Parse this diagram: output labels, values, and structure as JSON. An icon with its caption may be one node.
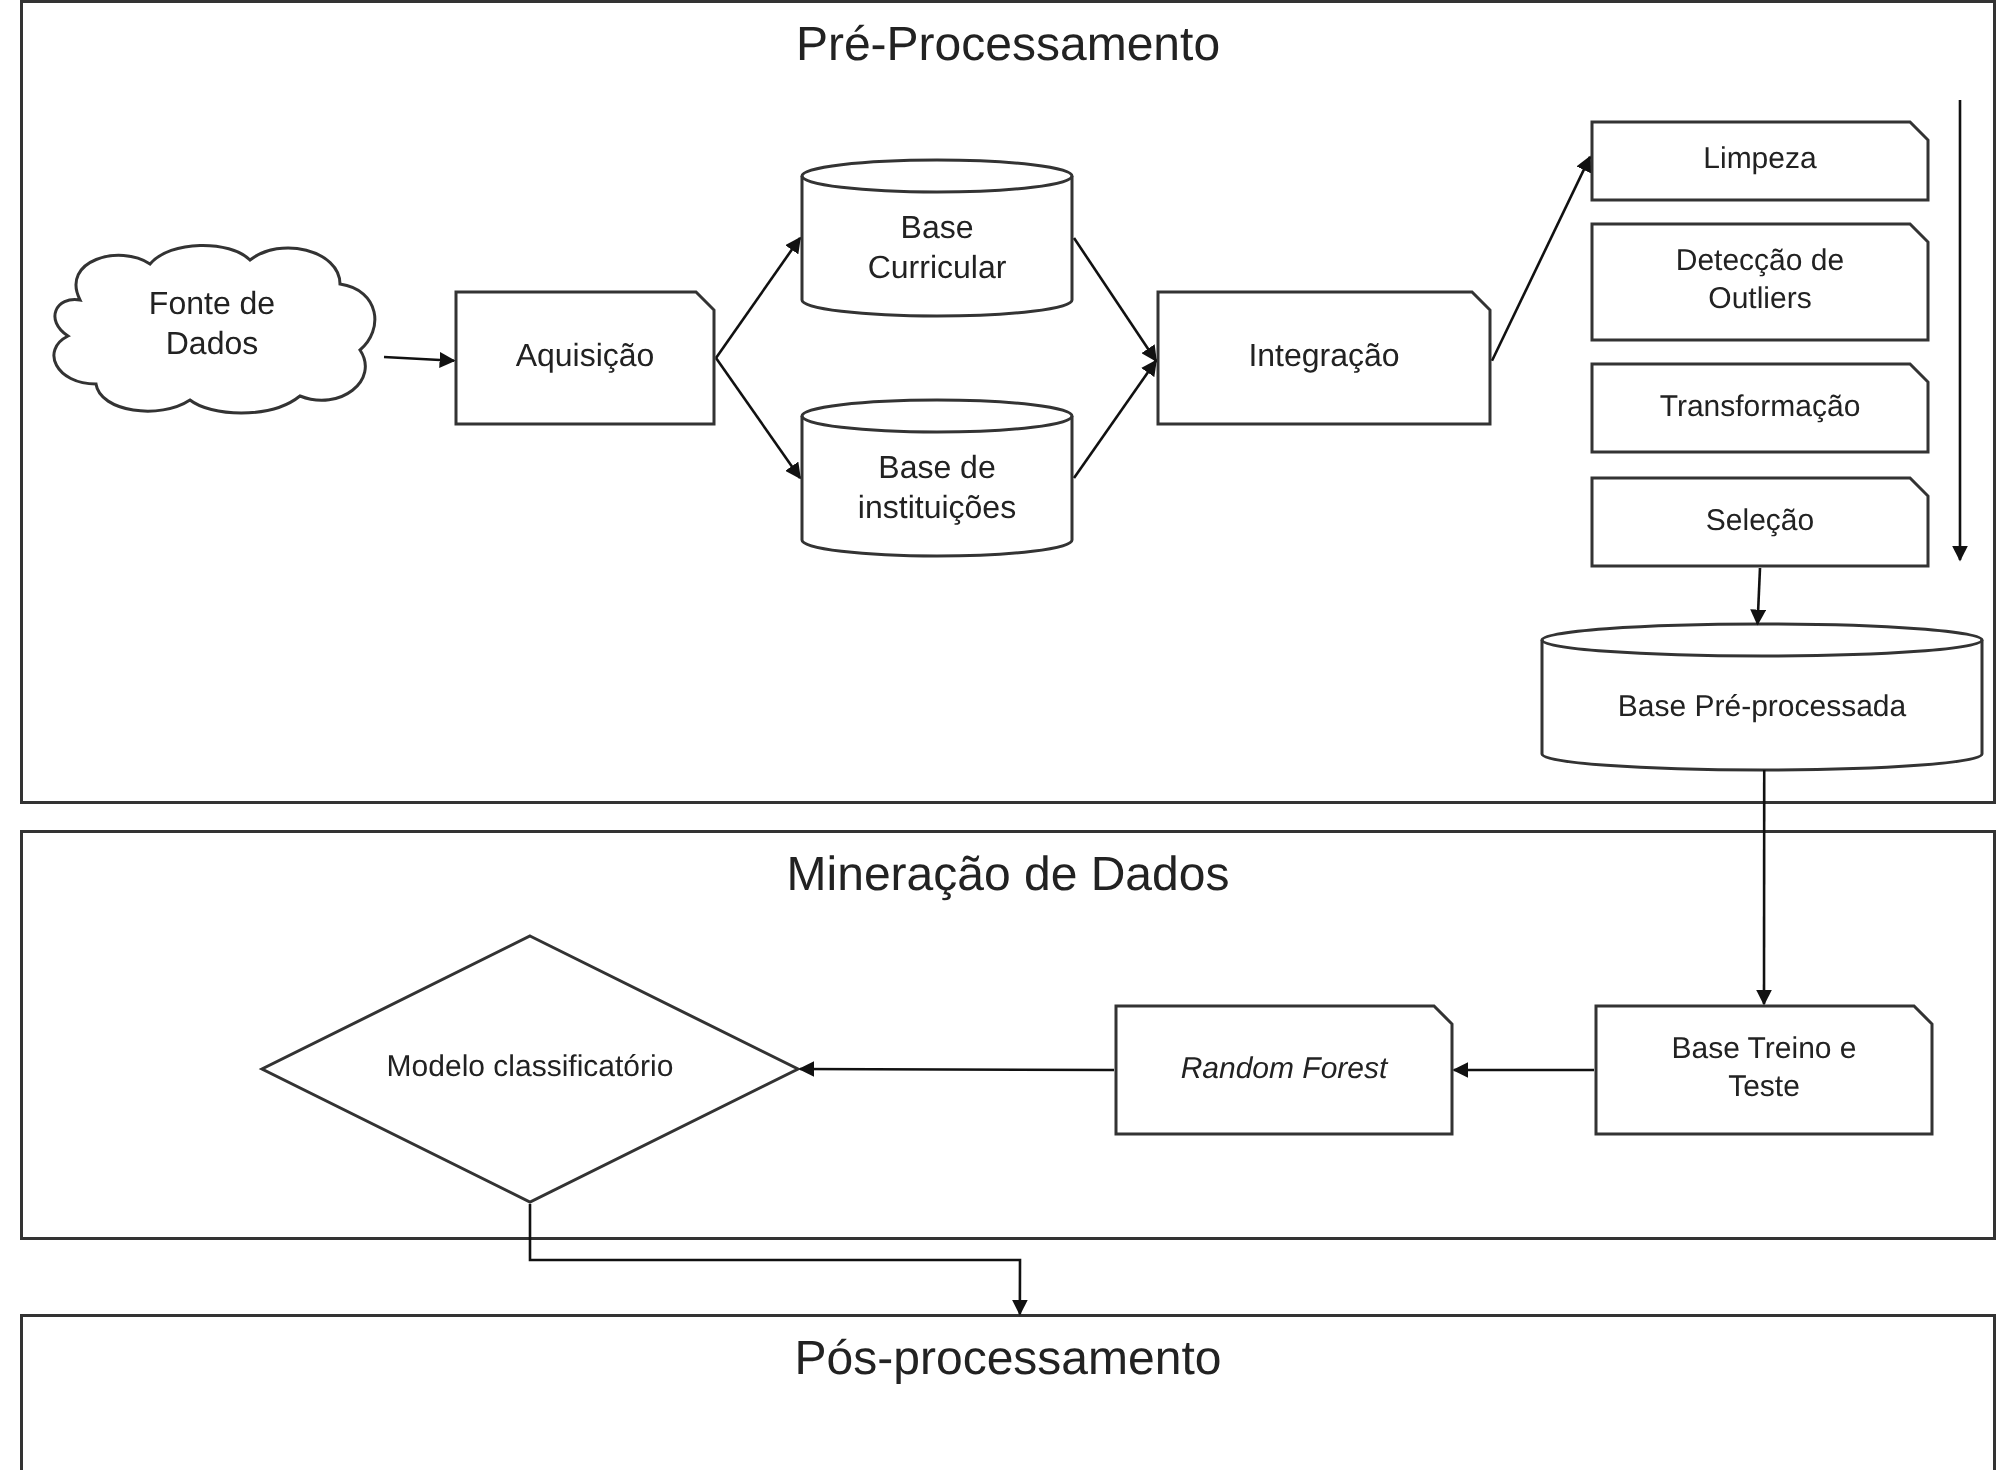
{
  "diagram": {
    "nodes": [
      {
        "text": [
          "Pré-Processamento"
        ]
      },
      {
        "text": [
          "Fonte de Dados"
        ],
        "in": 0
      },
      {
        "text": [
          "Aquisição"
        ],
        "in": 0
      },
      {
        "text": [
          "Base Curricular"
        ],
        "in": 0
      },
      {
        "text": [
          "Base de instituições"
        ],
        "in": 0
      },
      {
        "text": [
          "Integração"
        ],
        "in": 0
      },
      {
        "text": [
          "Limpeza"
        ],
        "in": 0
      },
      {
        "text": [
          "Detecção de Outliers"
        ],
        "in": 0
      },
      {
        "text": [
          "Transformação"
        ],
        "in": 0
      },
      {
        "text": [
          "Seleção"
        ],
        "in": 0
      },
      {
        "text": [
          "Base Pré-processada"
        ],
        "in": 0
      },
      {
        "text": [
          "Mineração de Dados"
        ]
      },
      {
        "text": [
          "Base Treino e Teste"
        ],
        "in": 11
      },
      {
        "text": [
          "Random Forest"
        ],
        "in": 11
      },
      {
        "text": [
          "Modelo classificatório"
        ],
        "in": 11
      },
      {
        "text": [
          "Pós-processamento"
        ]
      }
    ],
    "edges": [
      {
        "from": 1,
        "to": 2,
        "arrow": "to"
      },
      {
        "from": 2,
        "to": 3,
        "arrow": "to"
      },
      {
        "from": 2,
        "to": 4,
        "arrow": "to"
      },
      {
        "from": 3,
        "to": 5,
        "arrow": "to"
      },
      {
        "from": 4,
        "to": 5,
        "arrow": "to"
      },
      {
        "from": 5,
        "to": 6,
        "arrow": "to"
      },
      {
        "from": 9,
        "to": 10,
        "arrow": "to"
      },
      {
        "from": 10,
        "to": 12,
        "arrow": "to"
      },
      {
        "from": 12,
        "to": 13,
        "arrow": "to"
      },
      {
        "from": 13,
        "to": 14,
        "arrow": "to"
      },
      {
        "from": 14,
        "to": 15,
        "arrow": "to"
      }
    ]
  }
}
